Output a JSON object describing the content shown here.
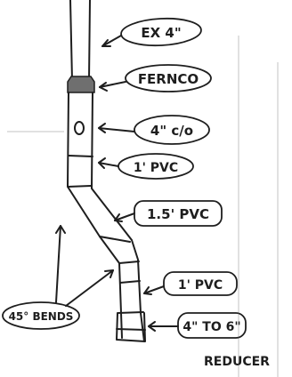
{
  "labels": {
    "existing": "EX 4\"",
    "fernco": "FERNCO",
    "cleanout": "4\" c/o",
    "pvc_top": "1' PVC",
    "pvc_mid": "1.5' PVC",
    "bends": "45° BENDS",
    "pvc_low": "1' PVC",
    "reducer_line1": "4\" TO 6\"",
    "reducer_line2": "REDUCER"
  },
  "colors": {
    "ink": "#1e1e1e",
    "pencil": "#555555",
    "fernco_fill": "#6f6f6f"
  }
}
